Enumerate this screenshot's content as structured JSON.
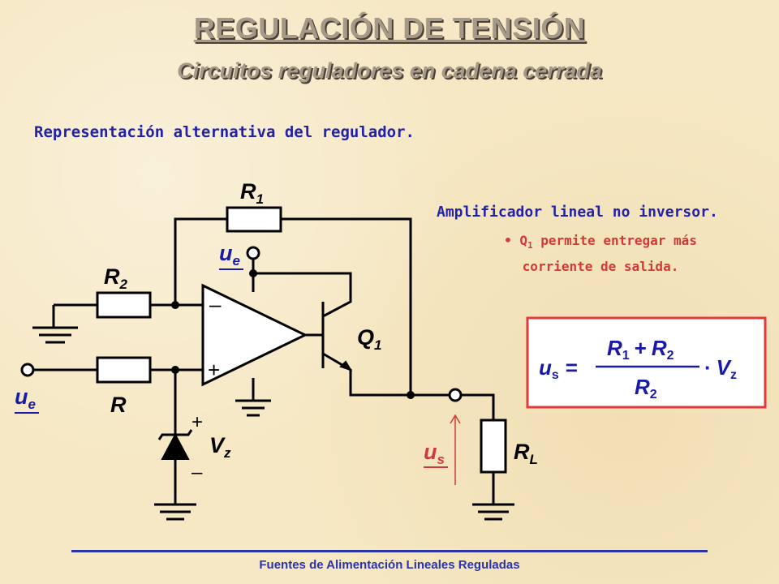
{
  "title": "REGULACIÓN DE TENSIÓN",
  "subtitle": "Circuitos reguladores en cadena cerrada",
  "intro": "Representación alternativa del regulador.",
  "amplifier": {
    "title": "Amplificador lineal no inversor.",
    "bullet": "•",
    "note_line1_prefix": "Q",
    "note_line1_sub": "1",
    "note_line1_suffix": " permite entregar más",
    "note_line2": "corriente de salida."
  },
  "labels": {
    "r1_main": "R",
    "r1_sub": "1",
    "r2_main": "R",
    "r2_sub": "2",
    "r": "R",
    "ue_top_main": "u",
    "ue_top_sub": "e",
    "ue_left_main": "u",
    "ue_left_sub": "e",
    "q1_main": "Q",
    "q1_sub": "1",
    "vz_main": "V",
    "vz_sub": "z",
    "us_main": "u",
    "us_sub": "s",
    "rl_main": "R",
    "rl_sub": "L",
    "opamp_minus": "–",
    "opamp_plus": "+",
    "zener_plus": "+",
    "zener_minus": "–"
  },
  "formula": {
    "lhs_main": "u",
    "lhs_sub": "s",
    "equals": "=",
    "num_r1": "R",
    "num_r1_sub": "1",
    "num_plus": "+",
    "num_r2": "R",
    "num_r2_sub": "2",
    "den_r2": "R",
    "den_r2_sub": "2",
    "dot": "·",
    "vz_main": "V",
    "vz_sub": "z"
  },
  "footer": "Fuentes de Alimentación Lineales Reguladas",
  "colors": {
    "wire": "#000000",
    "label": "#000000",
    "blue_label": "#1a1aa8",
    "red_label": "#d23a3a",
    "formula_border": "#e23a3a",
    "formula_bg": "#ffffff",
    "formula_text": "#1a1aa8"
  }
}
